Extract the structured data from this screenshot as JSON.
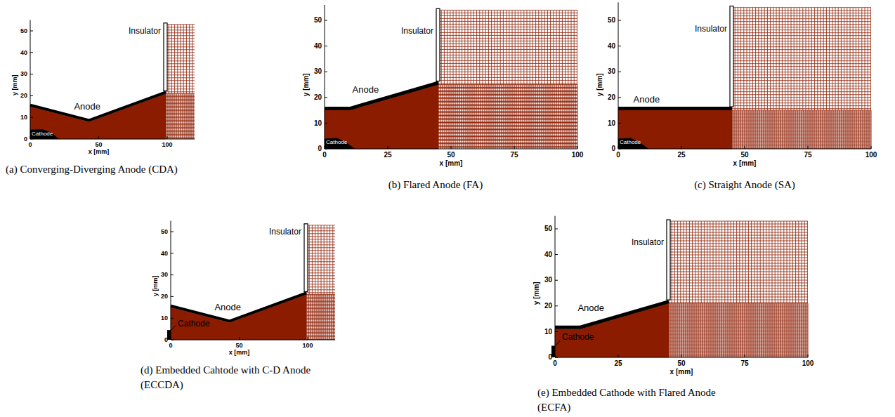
{
  "diagram": {
    "labels": [
      "Insulator",
      "Anode",
      "Cathode",
      "y [mm]",
      "x [mm]",
      "0",
      "10",
      "20",
      "30",
      "40",
      "50",
      "0",
      "50",
      "100",
      "(a) Converging-Diverging Anode (CDA)",
      "Insulator",
      "Anode",
      "Cathode",
      "y [mm]",
      "x [mm]",
      "0",
      "10",
      "20",
      "30",
      "40",
      "50",
      "0",
      "25",
      "50",
      "75",
      "100",
      "(b) Flared Anode (FA)",
      "Insulator",
      "Anode",
      "Cathode",
      "y [mm]",
      "x [mm]",
      "0",
      "10",
      "20",
      "30",
      "40",
      "50",
      "0",
      "25",
      "50",
      "75",
      "100",
      "(c) Straight Anode (SA)",
      "Insulator",
      "Anode",
      "Cathode",
      "y [mm]",
      "x [mm]",
      "0",
      "10",
      "20",
      "30",
      "40",
      "50",
      "0",
      "50",
      "100",
      "(d) Embedded Cahtode with C-D Anode (ECCDA)",
      "Insulator",
      "Anode",
      "Cathode",
      "y [mm]",
      "x [mm]",
      "0",
      "10",
      "20",
      "30",
      "40",
      "50",
      "0",
      "25",
      "50",
      "75",
      "100",
      "(e) Embedded Cathode with Flared Anode (ECFA)"
    ]
  }
}
